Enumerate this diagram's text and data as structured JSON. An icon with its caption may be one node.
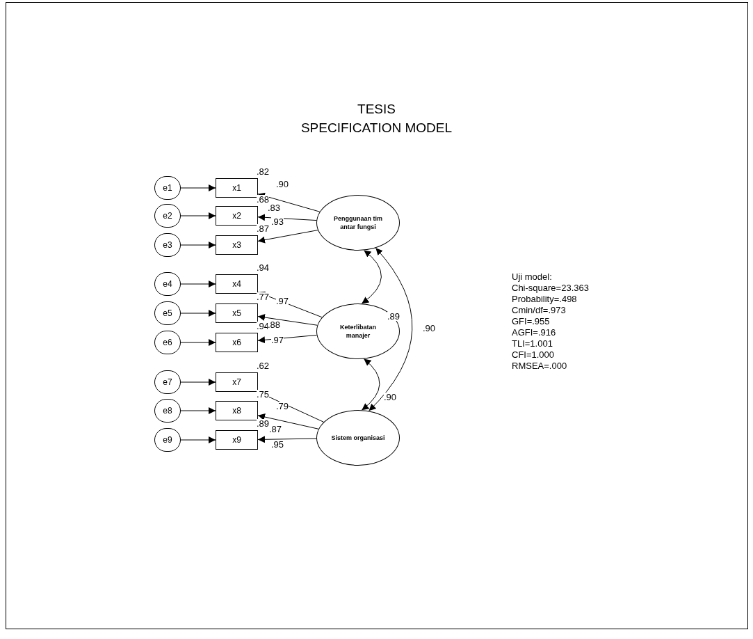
{
  "diagram": {
    "title": "TESIS",
    "nodes": [
      {
        "text": [
          "e1"
        ]
      },
      {
        "text": [
          "e2"
        ]
      },
      {
        "text": [
          "e3"
        ]
      },
      {
        "text": [
          "e4"
        ]
      },
      {
        "text": [
          "e5"
        ]
      },
      {
        "text": [
          "e6"
        ]
      },
      {
        "text": [
          "e7"
        ]
      },
      {
        "text": [
          "e8"
        ]
      },
      {
        "text": [
          "e9"
        ]
      },
      {
        "text": [
          "x1"
        ],
        "beside": [
          ".82"
        ]
      },
      {
        "text": [
          "x2"
        ],
        "beside": [
          ".68"
        ]
      },
      {
        "text": [
          "x3"
        ],
        "beside": [
          ".87"
        ]
      },
      {
        "text": [
          "x4"
        ],
        "beside": [
          ".94"
        ]
      },
      {
        "text": [
          "x5"
        ],
        "beside": [
          ".77"
        ]
      },
      {
        "text": [
          "x6"
        ],
        "beside": [
          ".94"
        ]
      },
      {
        "text": [
          "x7"
        ],
        "beside": [
          ".62"
        ]
      },
      {
        "text": [
          "x8"
        ],
        "beside": [
          ".75"
        ]
      },
      {
        "text": [
          "x9"
        ],
        "beside": [
          ".89"
        ]
      },
      {
        "text": [
          "Penggunaan tim antar fungsi"
        ]
      },
      {
        "text": [
          "Keterlibatan manajer"
        ]
      },
      {
        "text": [
          "Sistem organisasi"
        ]
      }
    ],
    "edges": [
      {
        "from": 0,
        "to": 9,
        "arrow": "to"
      },
      {
        "from": 1,
        "to": 10,
        "arrow": "to"
      },
      {
        "from": 2,
        "to": 11,
        "arrow": "to"
      },
      {
        "from": 3,
        "to": 12,
        "arrow": "to"
      },
      {
        "from": 4,
        "to": 13,
        "arrow": "to"
      },
      {
        "from": 5,
        "to": 14,
        "arrow": "to"
      },
      {
        "from": 6,
        "to": 15,
        "arrow": "to"
      },
      {
        "from": 7,
        "to": 16,
        "arrow": "to"
      },
      {
        "from": 8,
        "to": 17,
        "arrow": "to"
      },
      {
        "from": 18,
        "to": 9,
        "arrow": "to",
        "label": ".90"
      },
      {
        "from": 18,
        "to": 10,
        "arrow": "to",
        "label": ".83"
      },
      {
        "from": 18,
        "to": 11,
        "arrow": "to",
        "label": ".93"
      },
      {
        "from": 19,
        "to": 12,
        "arrow": "to",
        "label": ".97"
      },
      {
        "from": 19,
        "to": 13,
        "arrow": "to",
        "label": ".88"
      },
      {
        "from": 19,
        "to": 14,
        "arrow": "to",
        "label": ".97"
      },
      {
        "from": 20,
        "to": 15,
        "arrow": "to",
        "label": ".79"
      },
      {
        "from": 20,
        "to": 16,
        "arrow": "to",
        "label": ".87"
      },
      {
        "from": 20,
        "to": 17,
        "arrow": "to",
        "label": ".95"
      },
      {
        "from": 18,
        "to": 19,
        "arrow": "both",
        "label": ".89"
      },
      {
        "from": 19,
        "to": 20,
        "arrow": "both",
        "label": ".90"
      },
      {
        "from": 18,
        "to": 20,
        "arrow": "both",
        "label": ".90"
      }
    ],
    "labels": [
      "SPECIFICATION MODEL",
      "Uji model:",
      "Chi-square=23.363",
      "Probability=.498",
      "Cmin/df=.973",
      "GFI=.955",
      "AGFI=.916",
      "TLI=1.001",
      "CFI=1.000",
      "RMSEA=.000"
    ]
  }
}
